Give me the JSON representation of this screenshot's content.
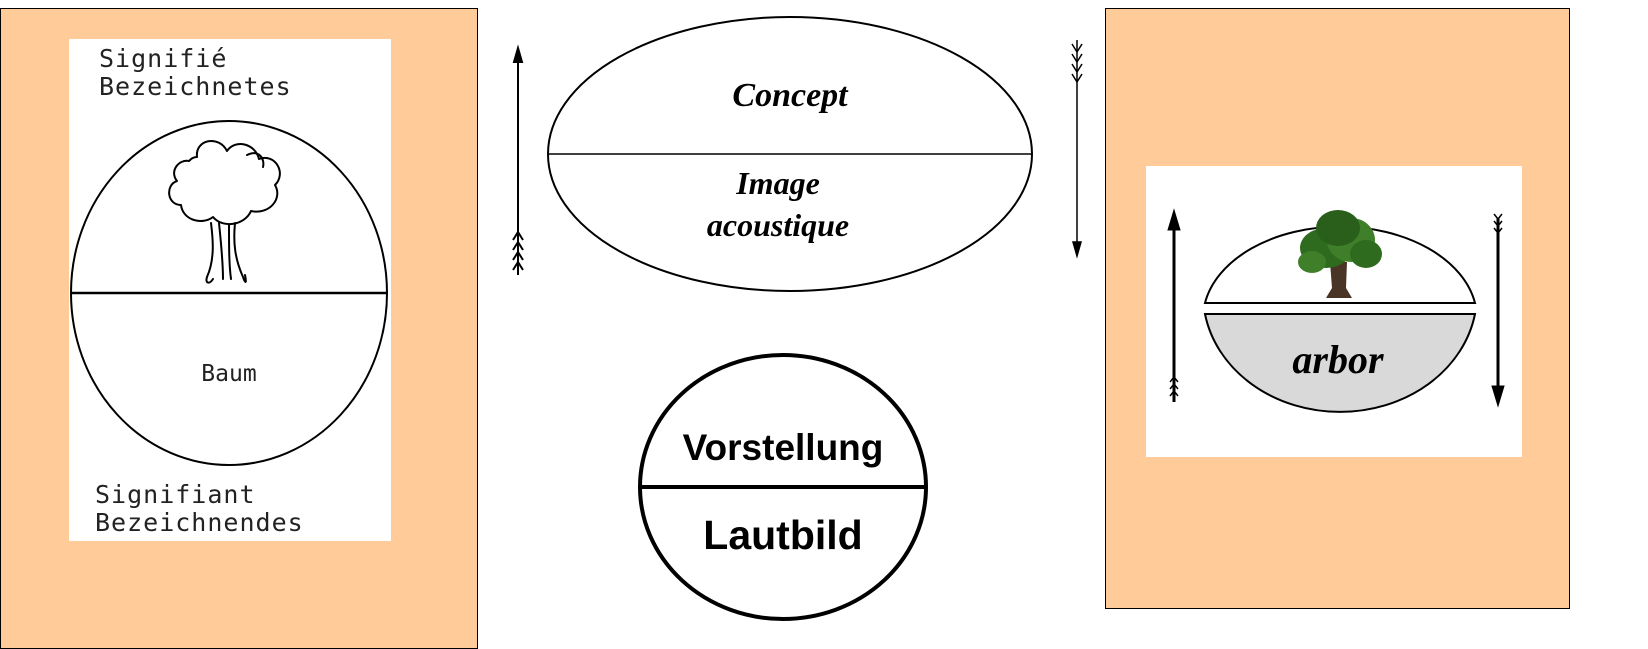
{
  "left_diagram": {
    "signified_lines": [
      "Signifié",
      "Bezeichnetes"
    ],
    "signifier_lines": [
      "Signifiant",
      "Bezeichnendes"
    ],
    "lower_word": "Baum"
  },
  "center_oval": {
    "top_text": "Concept",
    "bottom_line1": "Image",
    "bottom_line2": "acoustique"
  },
  "center_circle": {
    "top_text": "Vorstellung",
    "bottom_text": "Lautbild"
  },
  "right_diagram": {
    "bottom_text": "arbor"
  },
  "colors": {
    "panel_bg": "#ffcc99",
    "lower_half_fill": "#d9d9d9",
    "tree_green": "#2f6b1f"
  }
}
